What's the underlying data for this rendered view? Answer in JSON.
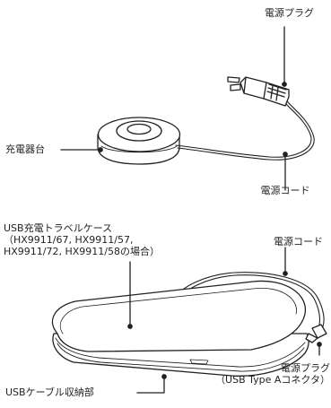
{
  "labels": {
    "plug_top": "電源プラグ",
    "base": "充電器台",
    "cord_top": "電源コード",
    "case": [
      "USB充電トラベルケース",
      "（HX9911/67, HX9911/57,",
      "HX9911/72, HX9911/58の場合）"
    ],
    "cord_bottom": "電源コード",
    "plug_bottom": [
      "電源プラグ",
      "（USB Type Aコネクタ）"
    ],
    "cable_storage": "USBケーブル収納部"
  }
}
